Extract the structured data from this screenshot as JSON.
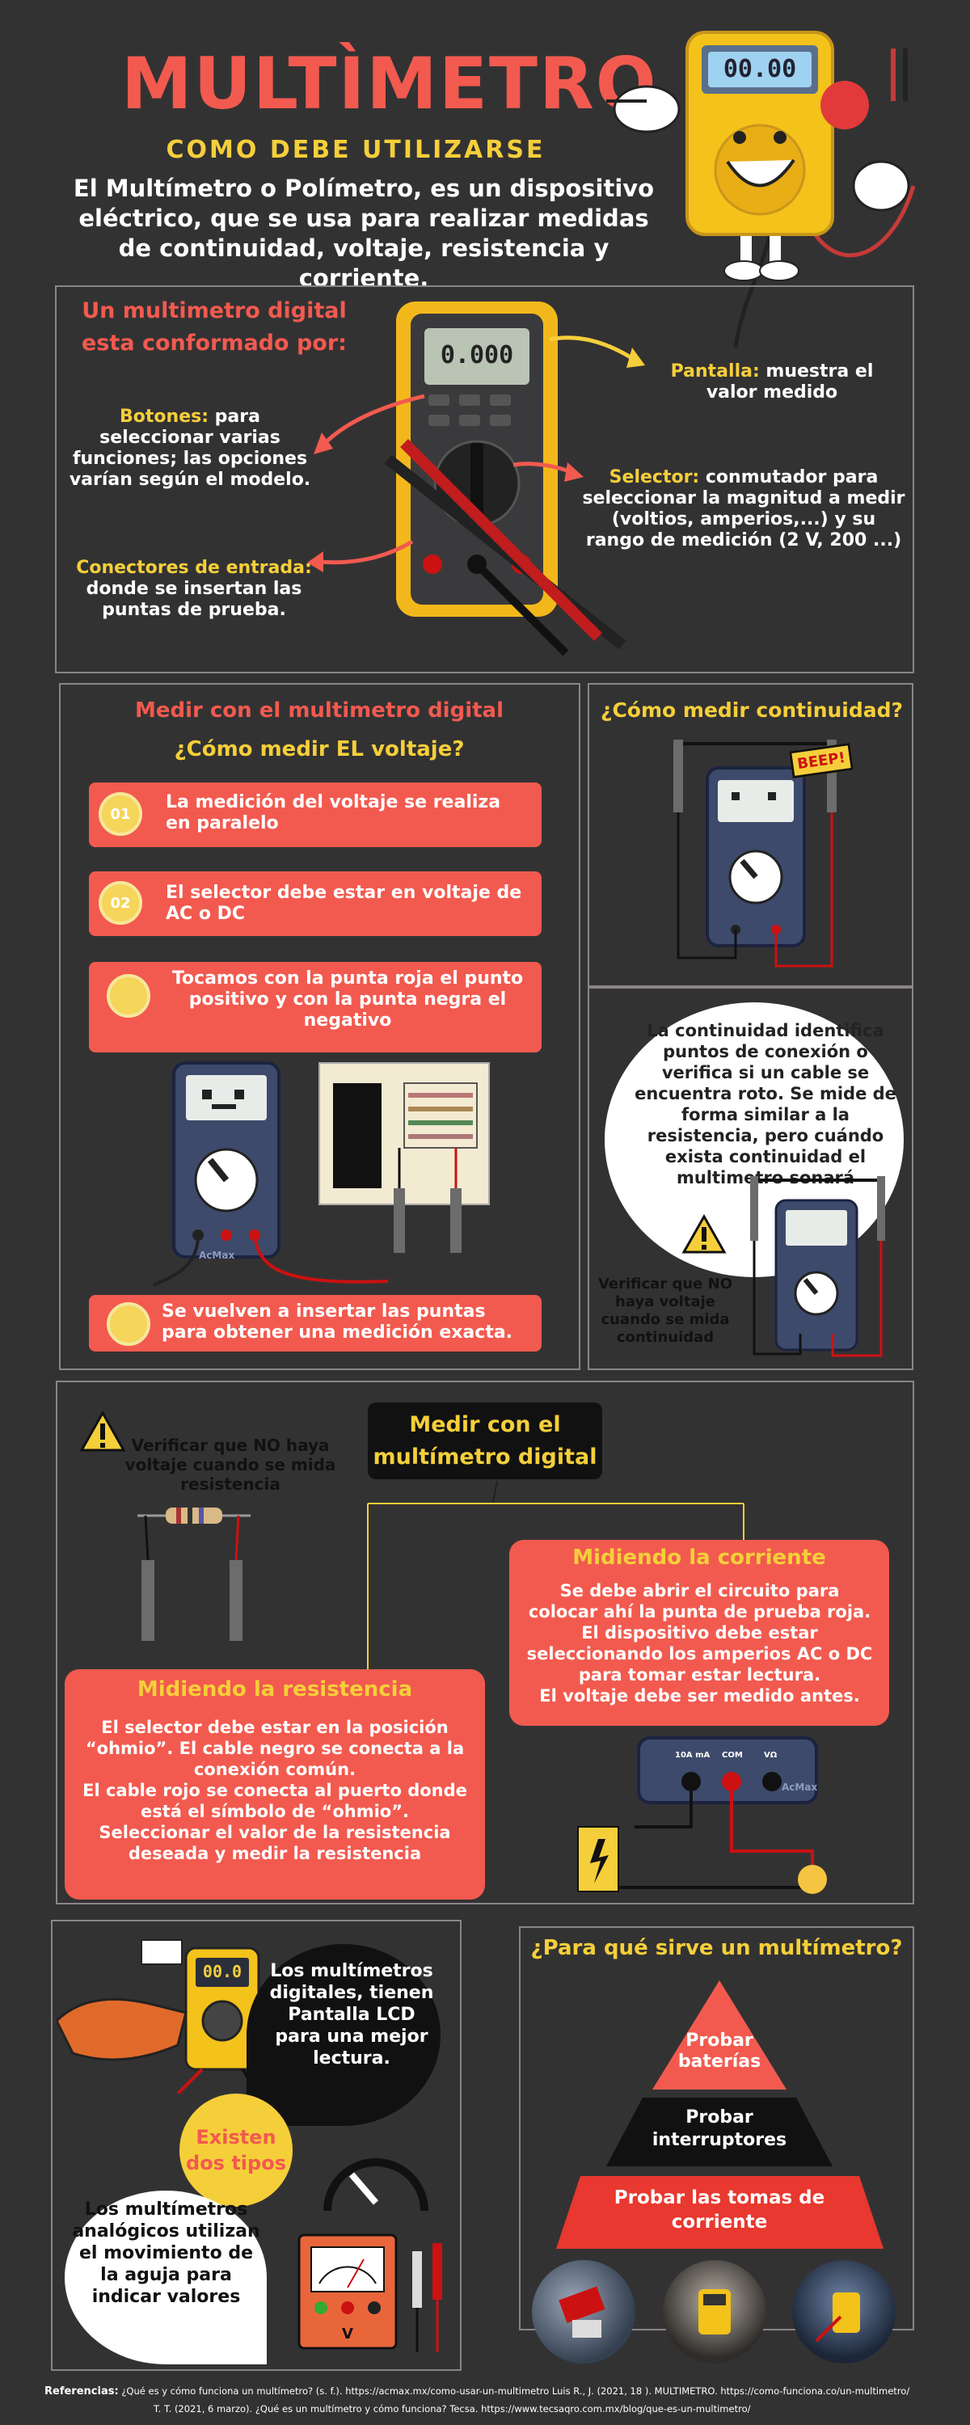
{
  "header": {
    "title": "MULTÌMETRO",
    "subtitle": "COMO DEBE UTILIZARSE",
    "intro": "El Multímetro o Polímetro, es un dispositivo eléctrico, que se usa para realizar medidas de continuidad, voltaje, resistencia y corriente.",
    "display_reading": "00.00"
  },
  "parts": {
    "heading": "Un multimetro digital esta conformado por:",
    "meter_display": "0.000",
    "pantalla_label": "Pantalla:",
    "pantalla_text": " muestra el valor medido",
    "botones_label": "Botones:",
    "botones_text": " para seleccionar varias funciones; las opciones varían según el modelo.",
    "selector_label": "Selector:",
    "selector_text": "  conmutador para seleccionar la magnitud a medir (voltios, amperios,...) y su rango de medición (2 V, 200 ...)",
    "conectores_label": "Conectores de entrada:",
    "conectores_text": " donde se insertan las puntas de prueba."
  },
  "voltage": {
    "heading": "Medir con el multimetro digital",
    "subheading": "¿Cómo medir EL voltaje?",
    "steps": [
      {
        "num": "01",
        "text": "La medición del voltaje se realiza en paralelo"
      },
      {
        "num": "02",
        "text": "El selector debe estar en voltaje de AC o DC"
      },
      {
        "num": "",
        "text": "Tocamos con la punta roja el punto positivo y con la punta negra el negativo"
      },
      {
        "num": "",
        "text": "Se vuelven a insertar las puntas para obtener una medición exacta."
      }
    ],
    "brand": "AcMax"
  },
  "continuity": {
    "heading": "¿Cómo medir continuidad?",
    "beep": "BEEP!",
    "bubble": "La continuidad identifica puntos de conexión o verifica si un cable se encuentra roto. Se mide de forma similar a la resistencia,  pero cuándo exista continuidad el multimetro sonará",
    "warning": "Verificar que NO haya voltaje cuando se mida continuidad"
  },
  "measure": {
    "center_title": "Medir con el multímetro digital",
    "warning": "Verificar que NO haya voltaje cuando se mida resistencia",
    "current_title": "Midiendo la corriente",
    "current_text": "Se debe abrir el circuito para colocar ahí la punta de prueba roja. El dispositivo debe estar seleccionando los amperios AC o DC para tomar estar lectura.\nEl voltaje debe ser medido antes.",
    "resistance_title": "Midiendo la resistencia",
    "resistance_text": "El selector debe estar en la posición “ohmio”.  El cable negro se conecta a la conexión común.\nEl cable rojo se conecta al puerto donde está el símbolo de “ohmio”.\nSeleccionar el valor de la resistencia deseada y medir la resistencia",
    "ports": [
      "10A mA",
      "COM",
      "VΩ"
    ],
    "brand": "AcMax"
  },
  "types": {
    "center": "Existen dos tipos",
    "digital": "Los multímetros digitales, tienen Pantalla LCD para una mejor lectura.",
    "analog": "Los multímetros analógicos utilizan el movimiento de la aguja para indicar valores",
    "display": "00.0"
  },
  "uses": {
    "heading": "¿Para qué sirve un multímetro?",
    "items": [
      "Probar baterías",
      "Probar interruptores",
      "Probar las tomas de corriente"
    ]
  },
  "references": {
    "label": "Referencias:",
    "line1": "¿Qué es y cómo funciona un multímetro? (s. f.). https://acmax.mx/como-usar-un-multimetro    Luis R., J. (2021, 18 ). MULTIMETRO. https://como-funciona.co/un-multimetro/",
    "line2": "T. T. (2021, 6 marzo). ¿Qué es un multímetro y cómo funciona? Tecsa. https://www.tecsaqro.com.mx/blog/que-es-un-multimetro/"
  },
  "colors": {
    "background": "#333233",
    "accent_red": "#f25a4f",
    "accent_yellow": "#f5cf3a",
    "panel_border": "#8a8488"
  }
}
